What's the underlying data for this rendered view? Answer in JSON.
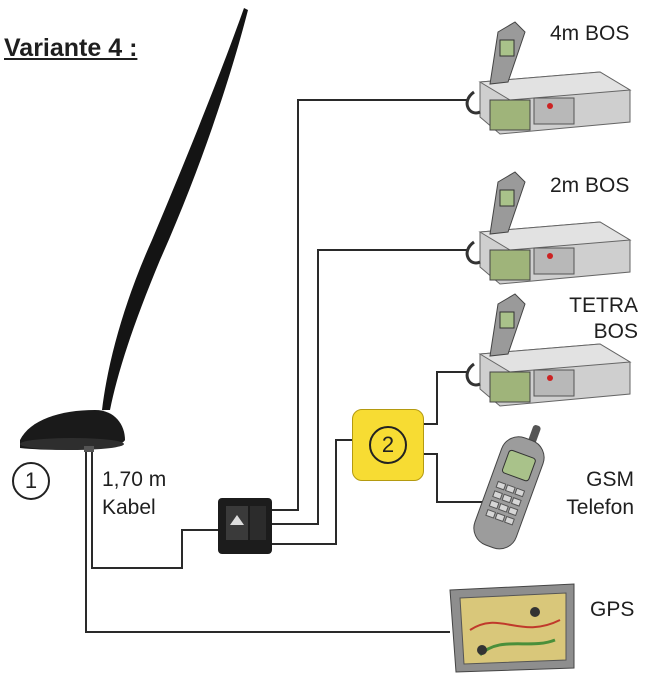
{
  "title": "Variante 4 :",
  "antenna": {
    "number": "1"
  },
  "cable": {
    "line1": "1,70 m",
    "line2": "Kabel"
  },
  "splitter": {
    "number": "2"
  },
  "devices": [
    {
      "label": "4m BOS"
    },
    {
      "label": "2m BOS"
    },
    {
      "label_line1": "TETRA",
      "label_line2": "BOS"
    },
    {
      "label_line1": "GSM",
      "label_line2": "Telefon"
    },
    {
      "label": "GPS"
    }
  ]
}
